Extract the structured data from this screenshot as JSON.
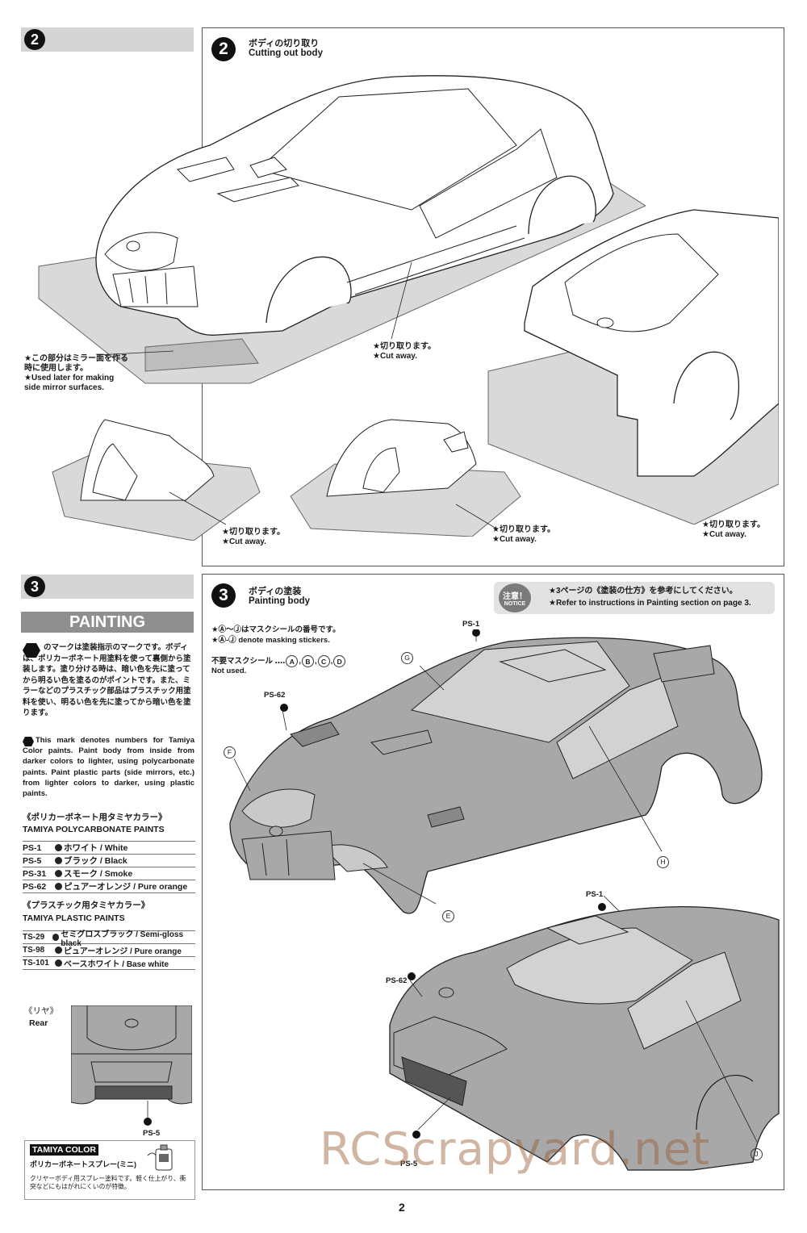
{
  "step2": {
    "number": "2",
    "title_jp": "ボディの切り取り",
    "title_en": "Cutting out body",
    "mirror_note_jp": "★この部分はミラー面を作る時に使用します。",
    "mirror_note_en": "★Used later for making side mirror surfaces.",
    "cut_jp": "★切り取ります。",
    "cut_en": "★Cut away."
  },
  "step3": {
    "number": "3",
    "title_jp": "ボディの塗装",
    "title_en": "Painting body",
    "notice_badge_jp": "注意！",
    "notice_badge_en": "NOTICE",
    "notice_jp": "★3ページの《塗装の仕方》を参考にしてください。",
    "notice_en": "★Refer to instructions in Painting section on page 3.",
    "mask_jp": "★Ⓐ～Ⓙはマスクシールの番号です。",
    "mask_en": "★Ⓐ-Ⓙ denote masking stickers.",
    "unused_jp": "不要マスクシール ‥‥",
    "unused_letters": [
      "A",
      "B",
      "C",
      "D"
    ],
    "unused_en": "Not used.",
    "labels": {
      "ps1": "PS-1",
      "ps62": "PS-62",
      "ps5": "PS-5",
      "g": "G",
      "f": "F",
      "h": "H",
      "e": "E",
      "j": "J"
    }
  },
  "sidebar": {
    "painting_header": "PAINTING",
    "jp_paragraph": "のマークは塗装指示のマークです。ボディは、ポリカーボネート用塗料を使って裏側から塗装します。塗り分ける時は、暗い色を先に塗ってから明るい色を塗るのがポイントです。また、ミラーなどのプラスチック部品はプラスチック用塗料を使い、明るい色を先に塗ってから暗い色を塗ります。",
    "en_paragraph": "This mark denotes numbers for Tamiya Color paints. Paint body from inside from darker colors to lighter, using polycarbonate paints. Paint plastic parts (side mirrors, etc.) from lighter colors to darker, using plastic paints.",
    "poly_title_jp": "《ポリカーボネート用タミヤカラー》",
    "poly_title_en": "TAMIYA POLYCARBONATE PAINTS",
    "poly_paints": [
      {
        "code": "PS-1",
        "name": "ホワイト / White"
      },
      {
        "code": "PS-5",
        "name": "ブラック / Black"
      },
      {
        "code": "PS-31",
        "name": "スモーク / Smoke"
      },
      {
        "code": "PS-62",
        "name": "ピュアーオレンジ / Pure orange"
      }
    ],
    "plastic_title_jp": "《プラスチック用タミヤカラー》",
    "plastic_title_en": "TAMIYA PLASTIC PAINTS",
    "plastic_paints": [
      {
        "code": "TS-29",
        "name": "セミグロスブラック / Semi-gloss black"
      },
      {
        "code": "TS-98",
        "name": "ピュアーオレンジ / Pure orange"
      },
      {
        "code": "TS-101",
        "name": "ベースホワイト / Base white"
      }
    ],
    "rear_jp": "《リヤ》",
    "rear_en": "Rear",
    "rear_label": "PS-5",
    "ad_title": "TAMIYA COLOR",
    "ad_sub": "ポリカーボネートスプレー(ミニ)",
    "ad_text": "クリヤーボディ用スプレー塗料です。軽く仕上がり、衝突などにもはがれにくいのが特徴。"
  },
  "page_number": "2",
  "watermark": "RCScrapyard.net",
  "colors": {
    "body_grey": "#a8a8a8",
    "light_grey": "#d6d6d6",
    "dark_grey": "#555555"
  }
}
